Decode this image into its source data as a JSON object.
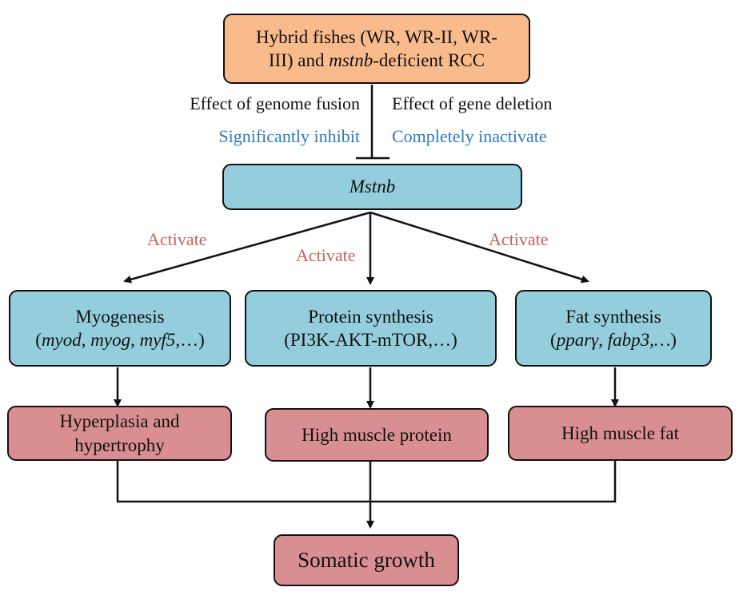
{
  "colors": {
    "top_box": "#f9bb8c",
    "pathway_box": "#94cddc",
    "outcome_box": "#d98f91",
    "inhibit_text": "#2e7ab8",
    "activate_text": "#c8625f"
  },
  "top": {
    "line1": "Hybrid fishes (WR, WR-II, WR-",
    "line2_a": "III) and ",
    "line2_gene": "mstnb",
    "line2_b": "-deficient RCC"
  },
  "effects": {
    "left": "Effect of genome fusion",
    "right": "Effect of gene deletion",
    "left_result": "Significantly inhibit",
    "right_result": "Completely inactivate"
  },
  "center": {
    "label": "Mstnb"
  },
  "activate_labels": [
    "Activate",
    "Activate",
    "Activate"
  ],
  "pathways": [
    {
      "title": "Myogenesis",
      "open": "(",
      "genes": [
        "myod",
        "myog",
        "myf5"
      ],
      "seps": [
        ", ",
        ", ",
        ",…)"
      ],
      "close": ""
    },
    {
      "title": "Protein synthesis",
      "detail": "(PI3K-AKT-mTOR,…)"
    },
    {
      "title": "Fat synthesis",
      "open": "(",
      "genes": [
        "pparγ",
        "fabp3"
      ],
      "seps": [
        ", ",
        ",…"
      ],
      "close": ")"
    }
  ],
  "outcomes": [
    {
      "line1": "Hyperplasia and",
      "line2": "hypertrophy"
    },
    {
      "line1": "High muscle protein"
    },
    {
      "line1": "High muscle fat"
    }
  ],
  "final": {
    "label": "Somatic growth"
  }
}
